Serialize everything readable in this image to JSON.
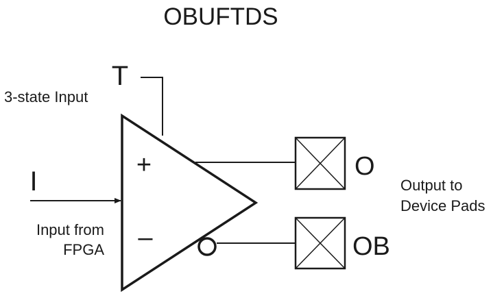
{
  "title": "OBUFTDS",
  "pins": {
    "t_label": "T",
    "t_desc": "3-state Input",
    "i_label": "I",
    "i_desc_line1": "Input from",
    "i_desc_line2": "FPGA",
    "o_label": "O",
    "ob_label": "OB",
    "out_desc_line1": "Output to",
    "out_desc_line2": "Device Pads"
  },
  "buffer": {
    "plus_sign": "+",
    "minus_sign": "–"
  }
}
